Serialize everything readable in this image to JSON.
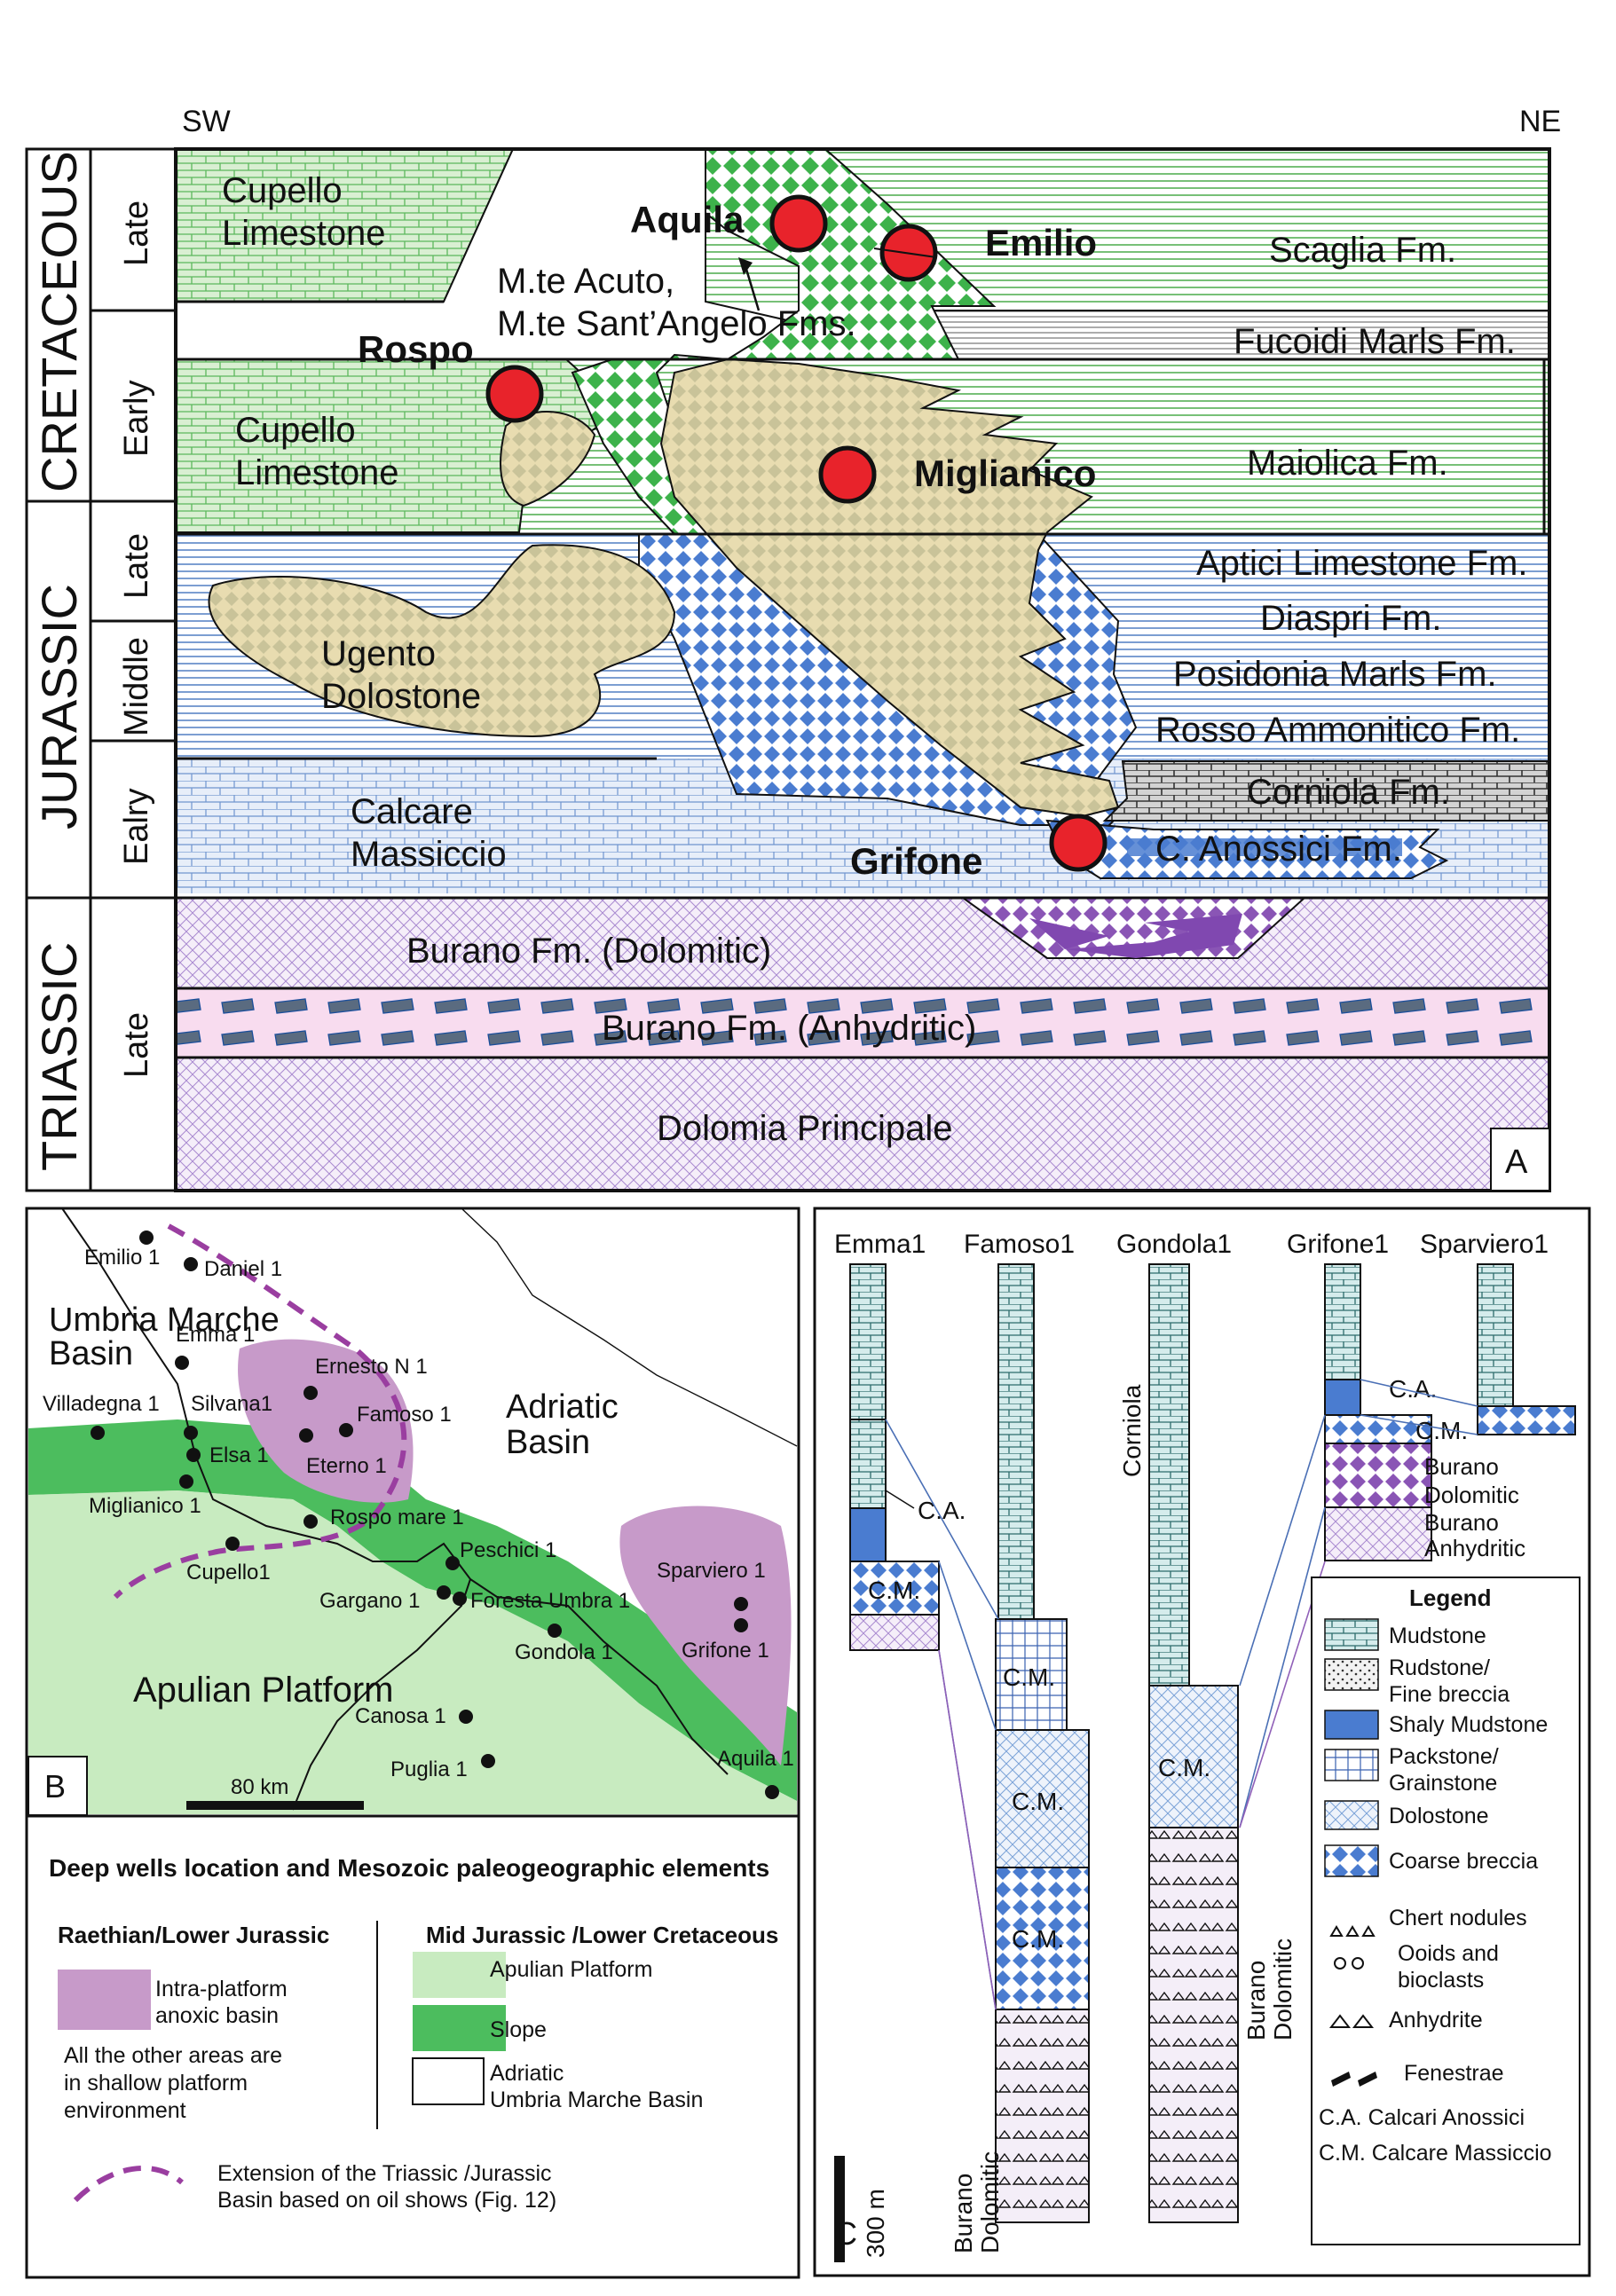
{
  "panelA": {
    "label": "A",
    "sw": "SW",
    "ne": "NE",
    "periods": {
      "cretaceous": "CRETACEOUS",
      "jurassic": "JURASSIC",
      "triassic": "TRIASSIC"
    },
    "epochs": {
      "k_late": "Late",
      "k_early": "Early",
      "j_late": "Late",
      "j_middle": "Middle",
      "j_early": "Ealry",
      "t_late": "Late"
    },
    "formations": {
      "cupello1_l1": "Cupello",
      "cupello1_l2": "Limestone",
      "cupello2_l1": "Cupello",
      "cupello2_l2": "Limestone",
      "mte_l1": "M.te Acuto,",
      "mte_l2": "M.te Sant’Angelo  Fms.",
      "scaglia": "Scaglia Fm.",
      "fucoidi": "Fucoidi Marls Fm.",
      "maiolica": "Maiolica Fm.",
      "aptici": "Aptici Limestone Fm.",
      "diaspri": "Diaspri Fm.",
      "posidonia": "Posidonia Marls Fm.",
      "rosso": "Rosso Ammonitico Fm.",
      "corniola": "Corniola Fm.",
      "anossici": "C. Anossici  Fm.",
      "ugento_l1": "Ugento",
      "ugento_l2": "Dolostone",
      "calcare_l1": "Calcare",
      "calcare_l2": "Massiccio",
      "burano_dol": "Burano Fm. (Dolomitic)",
      "burano_anh": "Burano Fm. (Anhydritic)",
      "dolomia": "Dolomia Principale"
    },
    "wells": {
      "aquila": "Aquila",
      "emilio": "Emilio",
      "rospo": "Rospo",
      "miglianico": "Miglianico",
      "grifone": "Grifone"
    }
  },
  "panelB": {
    "label": "B",
    "scale": "80 km",
    "region_umbria_l1": "Umbria Marche",
    "region_umbria_l2": "Basin",
    "region_adriatic_l1": "Adriatic",
    "region_adriatic_l2": "Basin",
    "region_apulian": "Apulian Platform",
    "wells": [
      "Emilio 1",
      "Daniel 1",
      "Emma 1",
      "Ernesto N 1",
      "Famoso 1",
      "Villadegna 1",
      "Silvana1",
      "Elsa 1",
      "Eterno 1",
      "Miglianico 1",
      "Rospo mare 1",
      "Cupello1",
      "Peschici 1",
      "Gargano 1",
      "Foresta Umbra 1",
      "Gondola 1",
      "Sparviero 1",
      "Grifone 1",
      "Canosa 1",
      "Puglia 1",
      "Aquila 1"
    ],
    "legend": {
      "title": "Deep wells location and Mesozoic paleogeographic elements",
      "left_head": "Raethian/Lower  Jurassic",
      "anoxic_l1": "Intra-platform",
      "anoxic_l2": "anoxic basin",
      "other_l1": "All the other areas are",
      "other_l2": "in shallow platform",
      "other_l3": "environment",
      "right_head": "Mid Jurassic /Lower Cretaceous",
      "apulian": "Apulian Platform",
      "slope": "Slope",
      "adriatic_l1": "Adriatic",
      "adriatic_l2": "Umbria Marche Basin",
      "ext_l1": "Extension of the Triassic /Jurassic",
      "ext_l2": "Basin based on oil shows (Fig. 12)"
    },
    "colors": {
      "platform": "#c8ebc0",
      "slope": "#4cbd5e",
      "anoxic": "#c79ac9",
      "dash": "#9a3ea0"
    }
  },
  "panelC": {
    "label": "C",
    "wells": [
      "Emma1",
      "Famoso1",
      "Gondola1",
      "Grifone1",
      "Sparviero1"
    ],
    "labels": {
      "ca": "C.A.",
      "cm": "C.M.",
      "corniola": "Corniola",
      "burano": "Burano",
      "dolomitic": "Dolomitic",
      "anhydritic": "Anhydritic",
      "scale": "300 m"
    },
    "legend": {
      "title": "Legend",
      "mudstone": "Mudstone",
      "rudstone_l1": "Rudstone/",
      "rudstone_l2": "Fine breccia",
      "shaly": "Shaly Mudstone",
      "packstone_l1": "Packstone/",
      "packstone_l2": "Grainstone",
      "dolostone": "Dolostone",
      "coarse": "Coarse breccia",
      "chert": "Chert nodules",
      "ooids_l1": "Ooids and",
      "ooids_l2": "bioclasts",
      "anhydrite": "Anhydrite",
      "fenestrae": "Fenestrae",
      "ca_def": "C.A. Calcari Anossici",
      "cm_def": "C.M. Calcare Massiccio"
    }
  }
}
